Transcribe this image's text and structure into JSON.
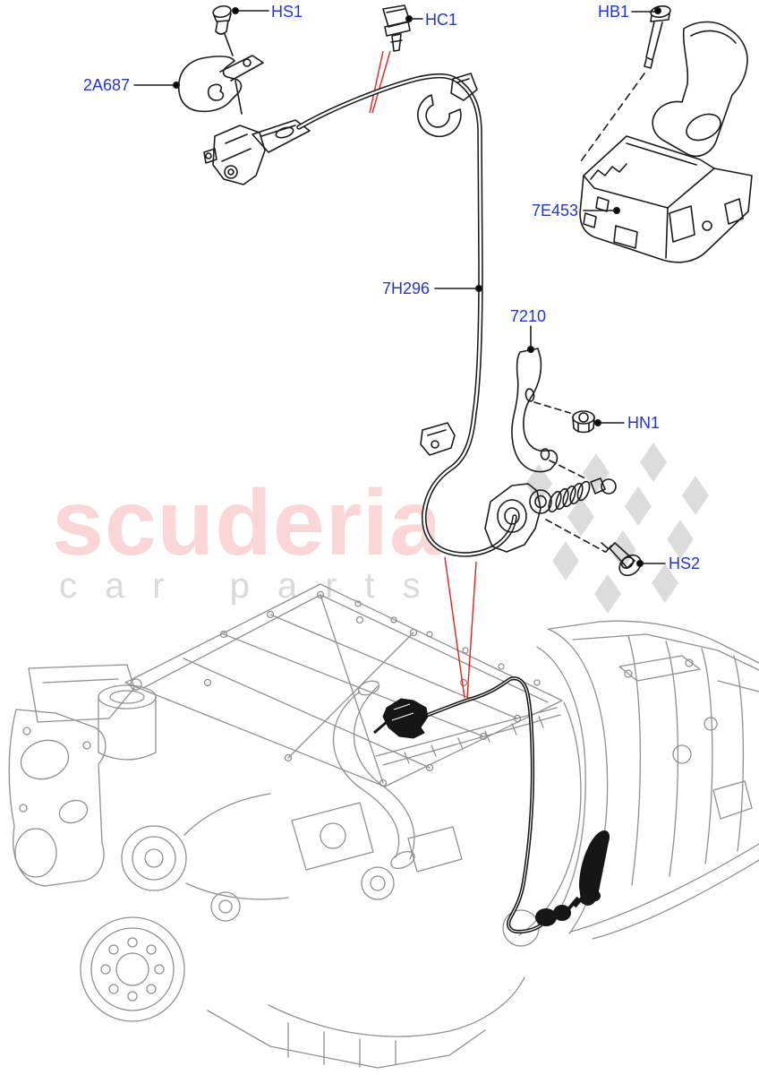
{
  "diagram": {
    "type": "automotive-parts-exploded-diagram",
    "description": "Gear change cable, selector lever and shift module shown above engine and automatic transmission",
    "label_color": "#2236cf",
    "leader_color": "#000000",
    "callout_color": "#e8201c",
    "line_color_parts": "#1a1a1a",
    "line_color_engine": "#8f8f8f",
    "labels": {
      "hs1": "HS1",
      "hc1": "HC1",
      "hb1": "HB1",
      "part_2a687": "2A687",
      "part_7e453": "7E453",
      "part_7h296": "7H296",
      "part_7210": "7210",
      "hn1": "HN1",
      "hs2": "HS2"
    }
  },
  "watermark": {
    "brand": "scuderia",
    "subtext": "car parts",
    "brand_color": "#fbd6d6",
    "subtext_color": "#d9d9d9",
    "flag_color": "#dcdcdc"
  }
}
